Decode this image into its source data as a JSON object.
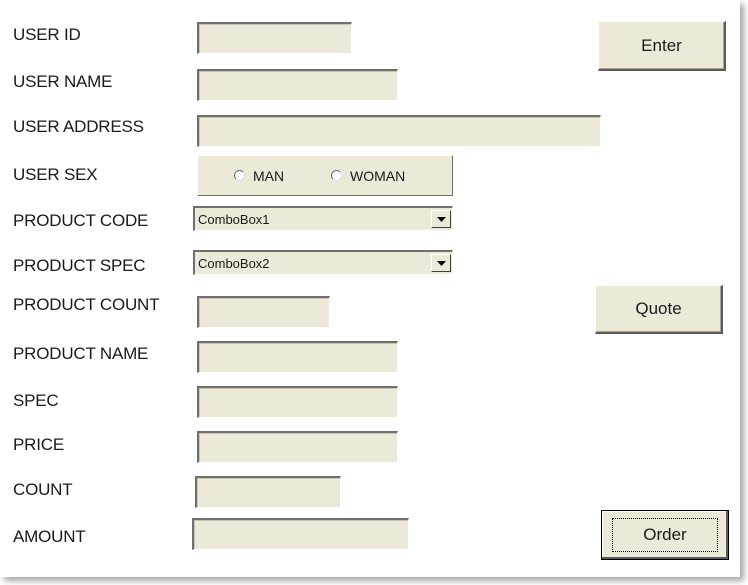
{
  "labels": {
    "user_id": "USER ID",
    "user_name": "USER NAME",
    "user_address": "USER ADDRESS",
    "user_sex": "USER SEX",
    "product_code": "PRODUCT CODE",
    "product_spec": "PRODUCT SPEC",
    "product_count": "PRODUCT COUNT",
    "product_name": "PRODUCT NAME",
    "spec": "SPEC",
    "price": "PRICE",
    "count": "COUNT",
    "amount": "AMOUNT"
  },
  "fields": {
    "user_id": "",
    "user_name": "",
    "user_address": "",
    "product_count": "",
    "product_name": "",
    "spec": "",
    "price": "",
    "count": "",
    "amount": ""
  },
  "radio": {
    "man": "MAN",
    "woman": "WOMAN"
  },
  "combos": {
    "product_code": "ComboBox1",
    "product_spec": "ComboBox2"
  },
  "buttons": {
    "enter": "Enter",
    "quote": "Quote",
    "order": "Order"
  },
  "colors": {
    "control_face": "#ece9d8",
    "background": "#ffffff"
  }
}
